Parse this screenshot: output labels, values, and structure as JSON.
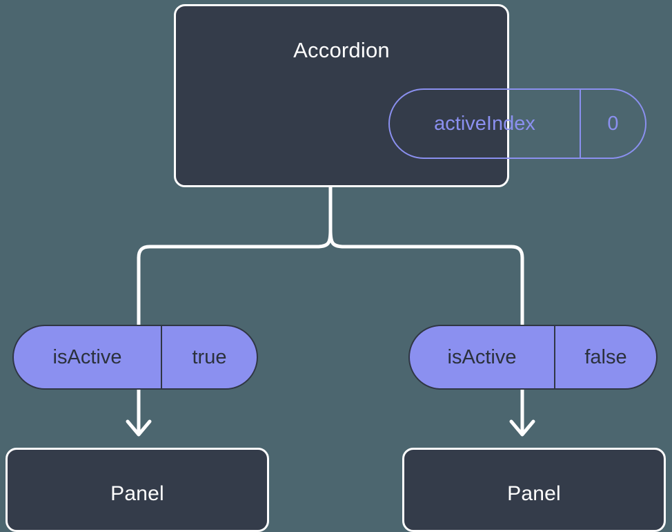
{
  "diagram": {
    "type": "component-state-tree",
    "title_text": "Accordion",
    "background_color": "#4c666f",
    "node_fill_color": "#343c4a",
    "node_border_color": "#ffffff",
    "accent_color": "#8b90f0",
    "edge_color": "#ffffff"
  },
  "root": {
    "label": "Accordion",
    "state_pill": {
      "key": "activeIndex",
      "value": "0",
      "style": "outlined"
    }
  },
  "branches": [
    {
      "side": "left",
      "prop_pill": {
        "key": "isActive",
        "value": "true",
        "style": "filled"
      },
      "child": {
        "label": "Panel"
      },
      "arrow": "arrow-down-icon"
    },
    {
      "side": "right",
      "prop_pill": {
        "key": "isActive",
        "value": "false",
        "style": "filled"
      },
      "child": {
        "label": "Panel"
      },
      "arrow": "arrow-down-icon"
    }
  ],
  "connectors": {
    "fork": "tree-fork-connector",
    "left_arrow": "arrow-down-icon",
    "right_arrow": "arrow-down-icon"
  }
}
